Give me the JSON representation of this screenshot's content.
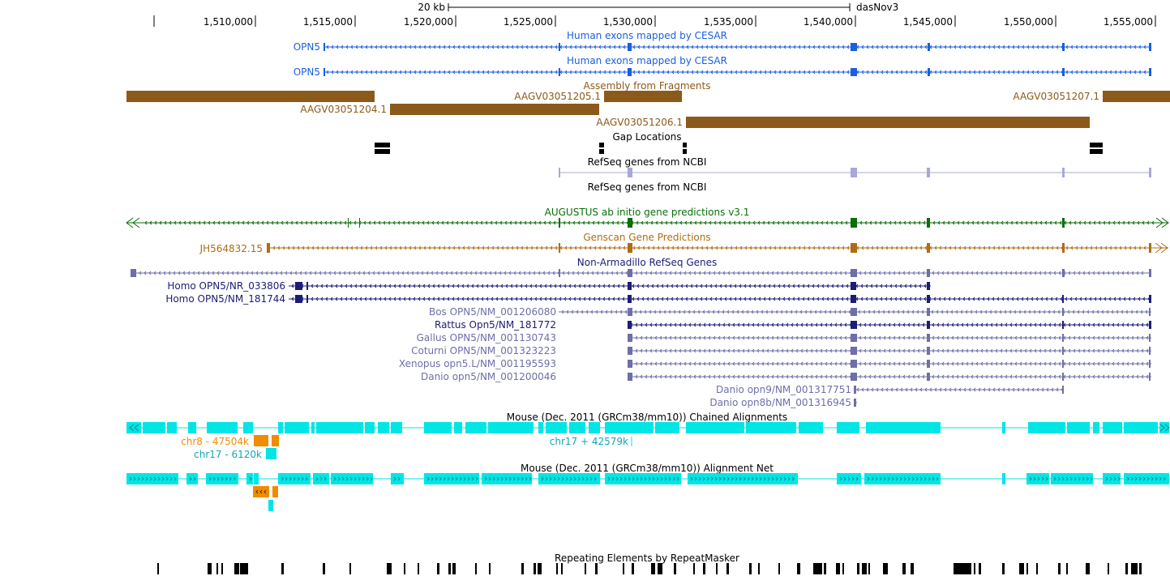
{
  "ruler": {
    "scale_label": "20 kb",
    "assembly": "dasNov3",
    "positions": [
      "1,510,000",
      "1,515,000",
      "1,520,000",
      "1,525,000",
      "1,530,000",
      "1,535,000",
      "1,540,000",
      "1,545,000",
      "1,550,000",
      "1,555,000"
    ]
  },
  "colors": {
    "cesar": "#1a5fe0",
    "fragment": "#8b5a1a",
    "gap": "#000000",
    "refseq": "#a8a8d8",
    "augustus": "#0a6e0a",
    "genscan": "#b06c14",
    "nonarmadillo_dark": "#1c1c78",
    "nonarmadillo_light": "#6e6eaa",
    "chain": "#00e5e5",
    "chain_text": "#11a8b8",
    "chain_alt": "#f08c00",
    "repeat": "#000000"
  },
  "tracks": {
    "cesar_1": {
      "title": "Human exons mapped by CESAR",
      "gene": "OPN5"
    },
    "cesar_2": {
      "title": "Human exons mapped by CESAR",
      "gene": "OPN5"
    },
    "fragments": {
      "title": "Assembly from Fragments",
      "items": [
        "AAGV03051204.1",
        "AAGV03051205.1",
        "AAGV03051206.1",
        "AAGV03051207.1"
      ]
    },
    "gaps": {
      "title": "Gap Locations"
    },
    "refseq_1": {
      "title": "RefSeq genes from NCBI"
    },
    "refseq_2": {
      "title": "RefSeq genes from NCBI"
    },
    "augustus": {
      "title": "AUGUSTUS ab initio gene predictions v3.1"
    },
    "genscan": {
      "title": "Genscan Gene Predictions",
      "item": "JH564832.15"
    },
    "nonarmadillo": {
      "title": "Non-Armadillo RefSeq Genes",
      "items": [
        "Homo OPN5/NR_033806",
        "Homo OPN5/NM_181744",
        "Bos OPN5/NM_001206080",
        "Rattus Opn5/NM_181772",
        "Gallus OPN5/NM_001130743",
        "Coturni OPN5/NM_001323223",
        "Xenopus opn5.L/NM_001195593",
        "Danio opn5/NM_001200046",
        "Danio opn9/NM_001317751",
        "Danio opn8b/NM_001316945"
      ]
    },
    "chain": {
      "title": "Mouse (Dec. 2011 (GRCm38/mm10)) Chained Alignments",
      "labels": [
        "chr8 - 47504k",
        "chr17 - 6120k",
        "chr17 + 42579k"
      ]
    },
    "net": {
      "title": "Mouse (Dec. 2011 (GRCm38/mm10)) Alignment Net"
    },
    "repeatmasker": {
      "title": "Repeating Elements by RepeatMasker"
    }
  }
}
